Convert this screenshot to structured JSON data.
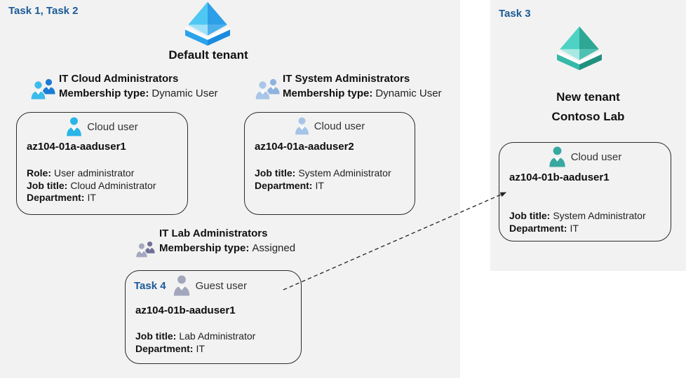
{
  "colors": {
    "panel-bg": "#f2f2f2",
    "task-blue": "#1b5a97",
    "card-border": "#2b2b2b",
    "text": "#1a1a1a",
    "ad-blue-ul": "#4fc7f3",
    "ad-blue-ur": "#2d9fe8",
    "ad-blue-ll": "#9ee0f9",
    "ad-blue-lr": "#4aafec",
    "ad-blue-base-l": "#2aa3ec",
    "ad-blue-base-r": "#1a8bde",
    "ad-teal-ul": "#4ed2c4",
    "ad-teal-ur": "#2ea795",
    "ad-teal-ll": "#a8eae2",
    "ad-teal-lr": "#4fc0b2",
    "ad-teal-base-l": "#37b9a9",
    "ad-teal-base-r": "#21917f",
    "user-cyan": "#29b5e8",
    "user-paleblue": "#a6c4e7",
    "user-gray": "#a3a7bc",
    "user-teal": "#38a8a0",
    "grp1-front": "#3cbcea",
    "grp1-back": "#1a7cd4",
    "grp2-front": "#a9c6e8",
    "grp2-back": "#8fb3de",
    "grp3-front": "#a5a7c0",
    "grp3-back": "#6f7196",
    "arrow": "#222222"
  },
  "icons": {
    "default_tenant": "azure-tenant-diamond-icon",
    "new_tenant": "azure-tenant-diamond-icon-teal",
    "group": "two-user-group-icon",
    "cloud_user": "person-icon",
    "guest_user": "person-icon",
    "arrow": "dashed-invite-arrow"
  },
  "left_panel": {
    "task_label": "Task 1, Task 2",
    "tenant_name": "Default tenant",
    "groups": [
      {
        "title": "IT Cloud Administrators",
        "membership_label": "Membership type:",
        "membership_value": "Dynamic User"
      },
      {
        "title": "IT System Administrators",
        "membership_label": "Membership type:",
        "membership_value": "Dynamic User"
      },
      {
        "title": "IT Lab Administrators",
        "membership_label": "Membership type:",
        "membership_value": "Assigned"
      }
    ],
    "cards": [
      {
        "type_label": "Cloud user",
        "username": "az104-01a-aaduser1",
        "attributes": [
          {
            "label": "Role:",
            "value": "User administrator"
          },
          {
            "label": "Job title:",
            "value": "Cloud Administrator"
          },
          {
            "label": "Department:",
            "value": "IT"
          }
        ]
      },
      {
        "type_label": "Cloud user",
        "username": "az104-01a-aaduser2",
        "attributes": [
          {
            "label": "Job title:",
            "value": "System Administrator"
          },
          {
            "label": "Department:",
            "value": "IT"
          }
        ]
      },
      {
        "task_label": "Task 4",
        "type_label": "Guest user",
        "username": "az104-01b-aaduser1",
        "attributes": [
          {
            "label": "Job title:",
            "value": "Lab Administrator"
          },
          {
            "label": "Department:",
            "value": "IT"
          }
        ]
      }
    ]
  },
  "right_panel": {
    "task_label": "Task 3",
    "tenant_name_line1": "New tenant",
    "tenant_name_line2": "Contoso Lab",
    "card": {
      "type_label": "Cloud user",
      "username": "az104-01b-aaduser1",
      "attributes": [
        {
          "label": "Job title:",
          "value": "System Administrator"
        },
        {
          "label": "Department:",
          "value": "IT"
        }
      ]
    }
  }
}
